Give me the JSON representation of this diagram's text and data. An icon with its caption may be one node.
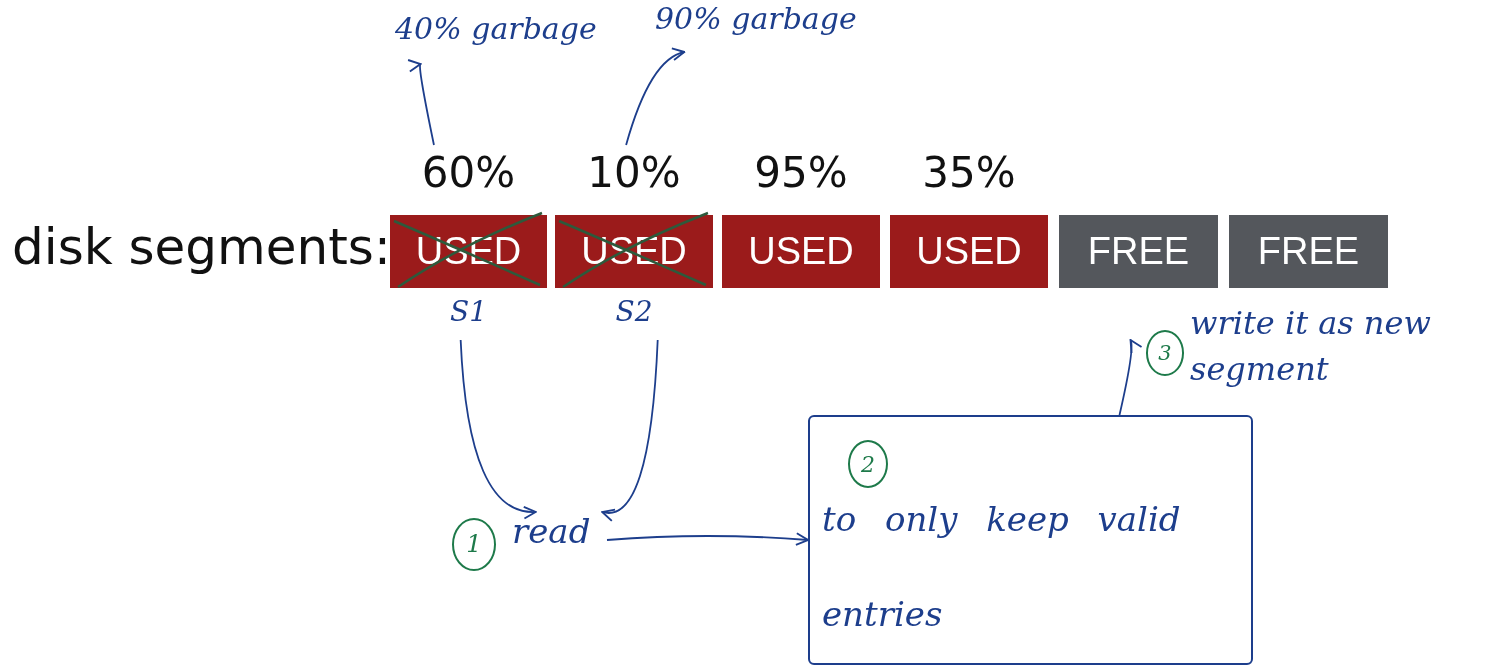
{
  "diagram": {
    "nodes": [
      {
        "text": [
          "40% garbage"
        ]
      },
      {
        "text": [
          "90% garbage"
        ]
      },
      {
        "text": [
          "USED"
        ],
        "beside": [
          "60%",
          "S1"
        ]
      },
      {
        "text": [
          "USED"
        ],
        "beside": [
          "10%",
          "S2"
        ]
      },
      {
        "text": [
          "USED"
        ],
        "beside": [
          "95%"
        ]
      },
      {
        "text": [
          "USED"
        ],
        "beside": [
          "35%"
        ]
      },
      {
        "text": [
          "FREE"
        ]
      },
      {
        "text": [
          "FREE"
        ]
      },
      {
        "text": [
          "read"
        ]
      },
      {
        "text": [
          "to only keep valid entries"
        ]
      }
    ],
    "edges": [
      {
        "from": 2,
        "to": 0,
        "arrow": "to"
      },
      {
        "from": 3,
        "to": 1,
        "arrow": "to"
      },
      {
        "from": 2,
        "to": 8,
        "arrow": "to"
      },
      {
        "from": 3,
        "to": 8,
        "arrow": "to"
      },
      {
        "from": 8,
        "to": 9,
        "arrow": "to"
      },
      {
        "from": 9,
        "to": 6,
        "arrow": "to",
        "label": "write it as new segment"
      }
    ],
    "labels": [
      "disk segments:",
      "1",
      "2",
      "3"
    ]
  }
}
